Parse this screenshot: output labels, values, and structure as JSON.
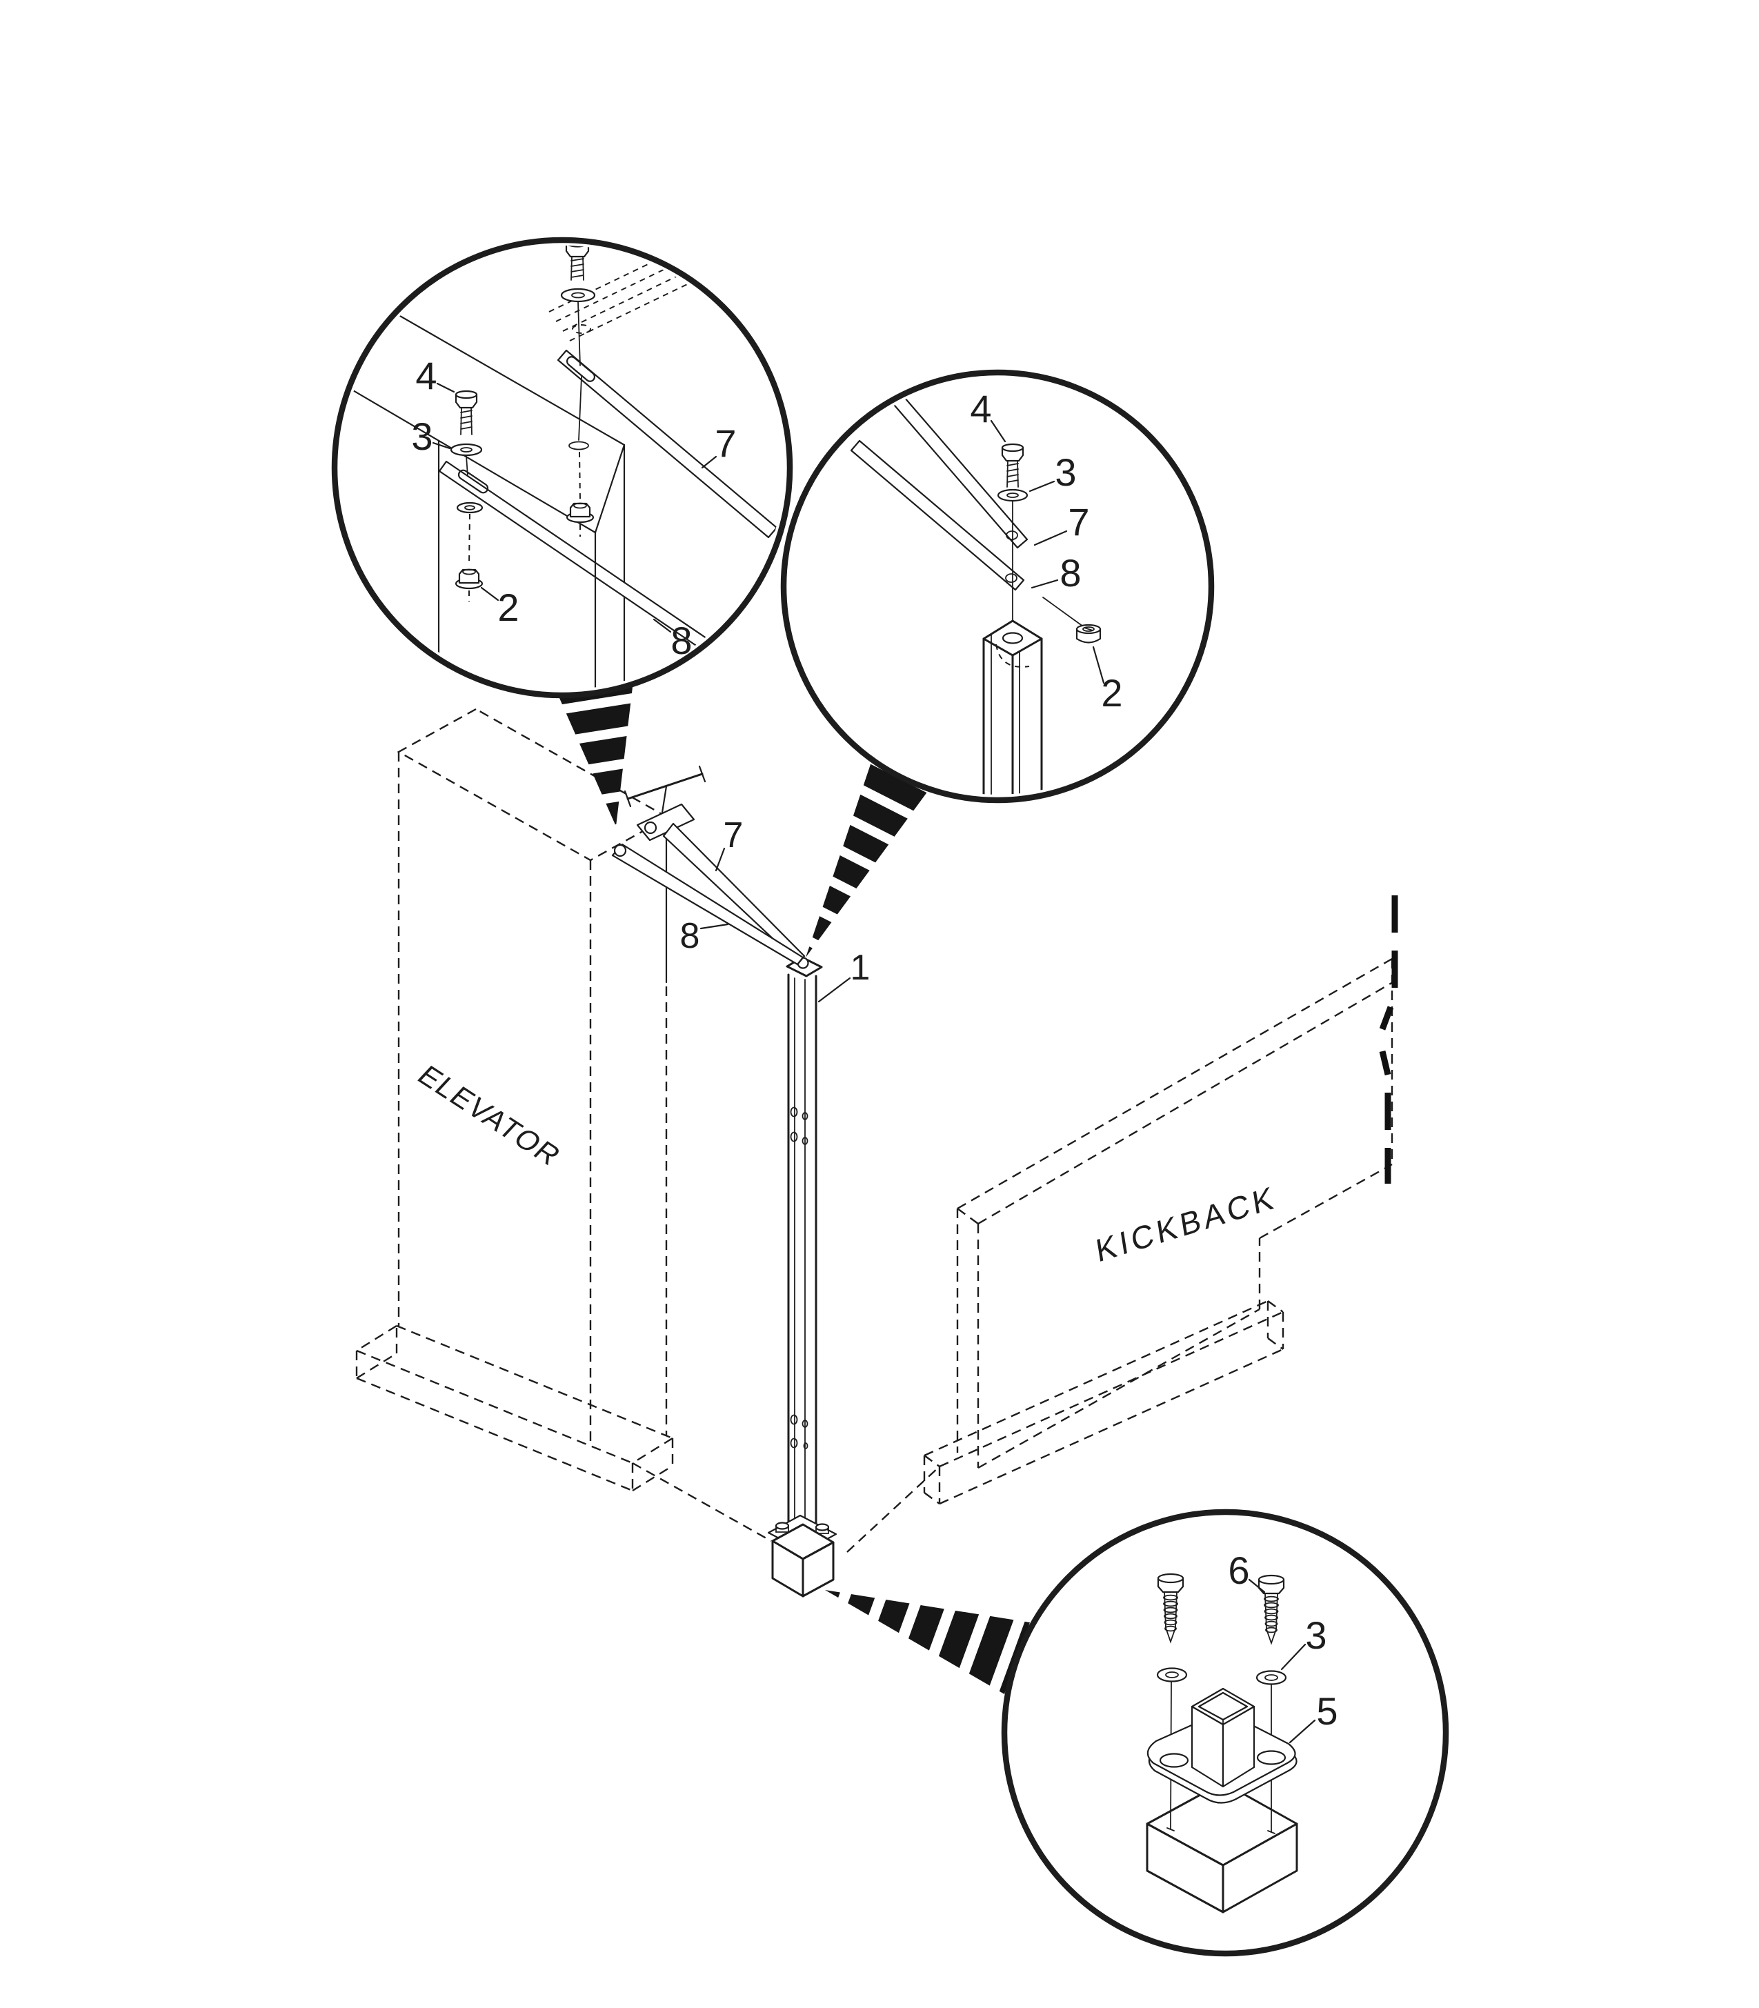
{
  "figure": {
    "background_color": "#ffffff",
    "line_color": "#1d1d1d",
    "main_view": {
      "elevator_label": "ELEVATOR",
      "kickback_label": "KICKBACK",
      "post_callout": "1",
      "upper_strap_callout": "7",
      "lower_strap_callout": "8"
    },
    "detail_top_left": {
      "bolt_callout": "4",
      "washer_callout": "3",
      "locknut_callout": "2",
      "upper_strap_callout": "7",
      "lower_strap_callout": "8"
    },
    "detail_top_right": {
      "bolt_callout": "4",
      "washer_callout": "3",
      "upper_strap_callout": "7",
      "lower_strap_callout": "8",
      "locknut_callout": "2"
    },
    "detail_bottom_right": {
      "lag_screw_callout": "6",
      "washer_callout": "3",
      "socket_plate_callout": "5"
    }
  }
}
